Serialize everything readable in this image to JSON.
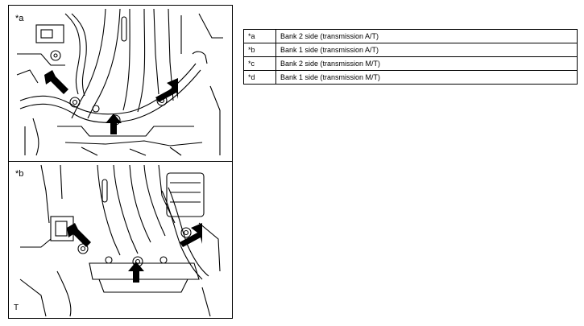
{
  "figure": {
    "panel_a_label": "*a",
    "panel_b_label": "*b",
    "doc_code": "T"
  },
  "legend": {
    "rows": [
      {
        "key": "*a",
        "text": "Bank 2 side (transmission A/T)"
      },
      {
        "key": "*b",
        "text": "Bank 1 side (transmission A/T)"
      },
      {
        "key": "*c",
        "text": "Bank 2 side (transmission M/T)"
      },
      {
        "key": "*d",
        "text": "Bank 1 side (transmission M/T)"
      }
    ]
  }
}
